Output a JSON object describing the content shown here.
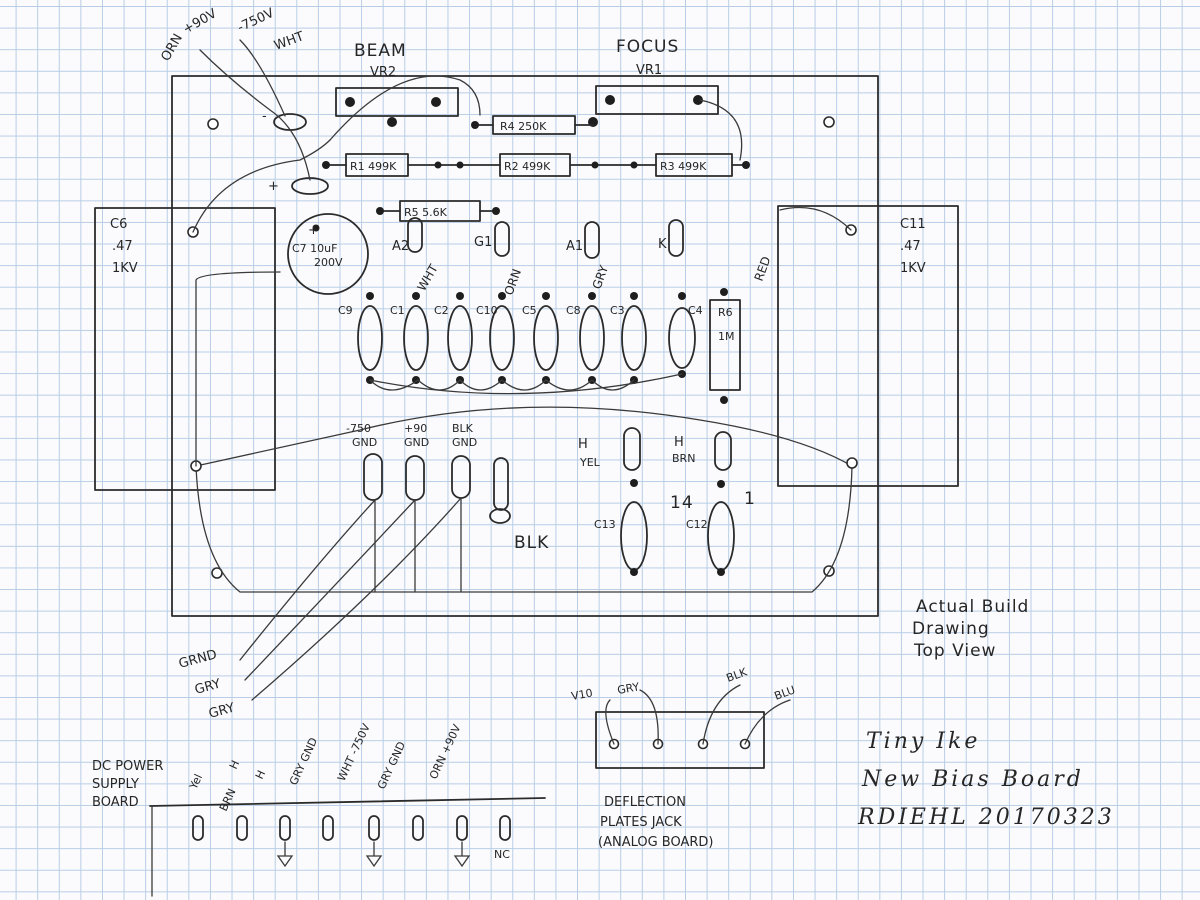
{
  "labels": {
    "top_wires": {
      "plus90": "+90V",
      "minus750": "-750V",
      "orn": "ORN",
      "wht": "WHT"
    },
    "beam": "BEAM",
    "vr2": "VR2",
    "focus": "FOCUS",
    "vr1": "VR1",
    "r4": "R4 250K",
    "r1": "R1 499K",
    "r2": "R2 499K",
    "r3": "R3 499K",
    "r5": "R5 5.6K",
    "c6": [
      "C6",
      ".47",
      "1KV"
    ],
    "c11": [
      "C11",
      ".47",
      "1KV"
    ],
    "c7": [
      "C7 10uF",
      "200V"
    ],
    "minus": "-",
    "plus": "+",
    "plus2": "+",
    "a2": "A2",
    "g1": "G1",
    "a1": "A1",
    "k": "K",
    "wht": "WHT",
    "orn": "ORN",
    "gry": "GRY",
    "red": "RED",
    "caps": [
      "C9",
      "C1",
      "C2",
      "C10",
      "C5",
      "C8",
      "C3",
      "C4"
    ],
    "r6": [
      "R6",
      "1M"
    ],
    "term_750": [
      "-750",
      "GND"
    ],
    "term_90": [
      "+90",
      "GND"
    ],
    "term_blk": [
      "BLK",
      "GND"
    ],
    "h_yel": [
      "H",
      "YEL"
    ],
    "h_brn": [
      "H",
      "BRN"
    ],
    "pin14": "14",
    "pin1": "1",
    "c13": "C13",
    "c12": "C12",
    "blk_wire": "BLK",
    "left_wires": [
      "GRND",
      "GRY",
      "GRY"
    ],
    "actual_build": [
      "Actual Build",
      "Drawing",
      "Top View"
    ],
    "dc_power": [
      "DC POWER",
      "SUPPLY",
      "BOARD"
    ],
    "dc_wires": [
      "Yel",
      "H",
      "BRN",
      "H",
      "GRY GND",
      "WHT -750V",
      "GRY GND",
      "ORN +90V"
    ],
    "nc": "NC",
    "jack_wires": [
      "V10",
      "GRY",
      "BLK",
      "BLU"
    ],
    "deflection": [
      "DEFLECTION",
      "PLATES JACK",
      "(ANALOG BOARD)"
    ],
    "title": [
      "Tiny Ike",
      "New Bias Board",
      "RDIEHL 20170323"
    ]
  }
}
